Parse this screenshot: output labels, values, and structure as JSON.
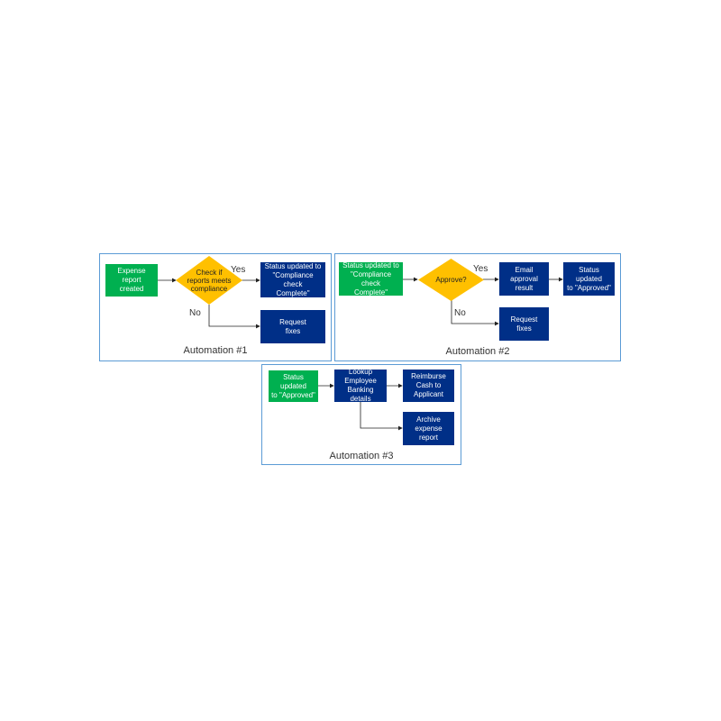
{
  "automation1": {
    "caption": "Automation #1",
    "start": "Expense report\ncreated",
    "decision": "Check if\nreports meets\ncompliance",
    "yes_label": "Yes",
    "no_label": "No",
    "yes_result": "Status updated to\n\"Compliance check\nComplete\"",
    "no_result": "Request\nfixes"
  },
  "automation2": {
    "caption": "Automation #2",
    "start": "Status updated to\n\"Compliance check\nComplete\"",
    "decision": "Approve?",
    "yes_label": "Yes",
    "no_label": "No",
    "yes_result": "Email approval\nresult",
    "final": "Status updated\nto \"Approved\"",
    "no_result": "Request\nfixes"
  },
  "automation3": {
    "caption": "Automation #3",
    "start": "Status updated\nto \"Approved\"",
    "lookup": "Lookup\nEmployee\nBanking details",
    "reimburse": "Reimburse\nCash to\nApplicant",
    "archive": "Archive\nexpense report"
  },
  "colors": {
    "trigger": "#00b050",
    "action": "#002f87",
    "decision": "#ffc000",
    "border": "#5b9bd5"
  }
}
